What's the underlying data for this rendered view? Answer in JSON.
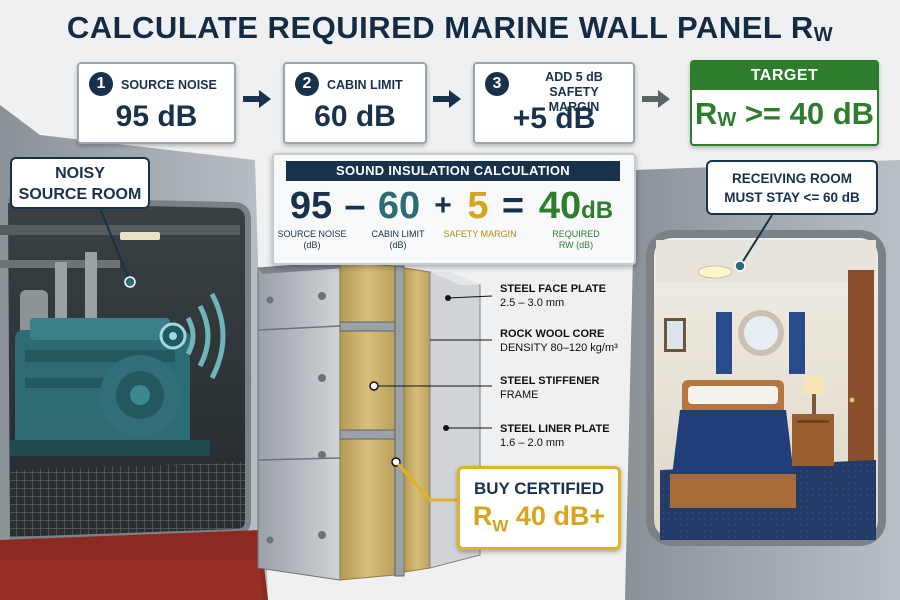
{
  "title": {
    "main": "CALCULATE REQUIRED MARINE WALL PANEL R",
    "sub": "W"
  },
  "steps": [
    {
      "num": "1",
      "label": "SOURCE NOISE",
      "value": "95 dB"
    },
    {
      "num": "2",
      "label": "CABIN LIMIT",
      "value": "60 dB"
    },
    {
      "num": "3",
      "label_line1": "ADD 5 dB",
      "label_line2": "SAFETY MARGIN",
      "value": "+5 dB"
    }
  ],
  "target": {
    "header": "TARGET",
    "value_r": "R",
    "value_sub": "W",
    "value_rest": " >= 40 dB"
  },
  "calculation": {
    "header": "SOUND INSULATION CALCULATION",
    "source": {
      "value": "95",
      "label_line1": "SOURCE NOISE",
      "label_line2": "(dB)"
    },
    "minus": "–",
    "limit": {
      "value": "60",
      "label_line1": "CABIN LIMIT",
      "label_line2": "(dB)"
    },
    "plus": "+",
    "margin": {
      "value": "5",
      "label_line1": "SAFETY MARGIN"
    },
    "equals": "=",
    "result": {
      "value": "40",
      "unit": "dB",
      "label_line1": "REQUIRED",
      "label_line2": "RW (dB)"
    }
  },
  "callouts": {
    "source_room": {
      "line1": "NOISY",
      "line2": "SOURCE ROOM"
    },
    "receiving_room": {
      "line1": "RECEIVING ROOM",
      "line2": "MUST STAY <= 60 dB"
    }
  },
  "layers": [
    {
      "name": "STEEL FACE PLATE",
      "spec": "2.5 – 3.0 mm"
    },
    {
      "name": "ROCK WOOL CORE",
      "spec": "DENSITY 80–120 kg/m³"
    },
    {
      "name": "STEEL STIFFENER",
      "spec": "FRAME"
    },
    {
      "name": "STEEL LINER PLATE",
      "spec": "1.6 – 2.0 mm"
    }
  ],
  "buy": {
    "line1": "BUY CERTIFIED",
    "value_r": "R",
    "value_sub": "W",
    "value_rest": " 40 dB+"
  },
  "colors": {
    "navy": "#17324a",
    "green": "#2d7d2c",
    "gold": "#d6a51d",
    "teal": "#2e6c74"
  }
}
